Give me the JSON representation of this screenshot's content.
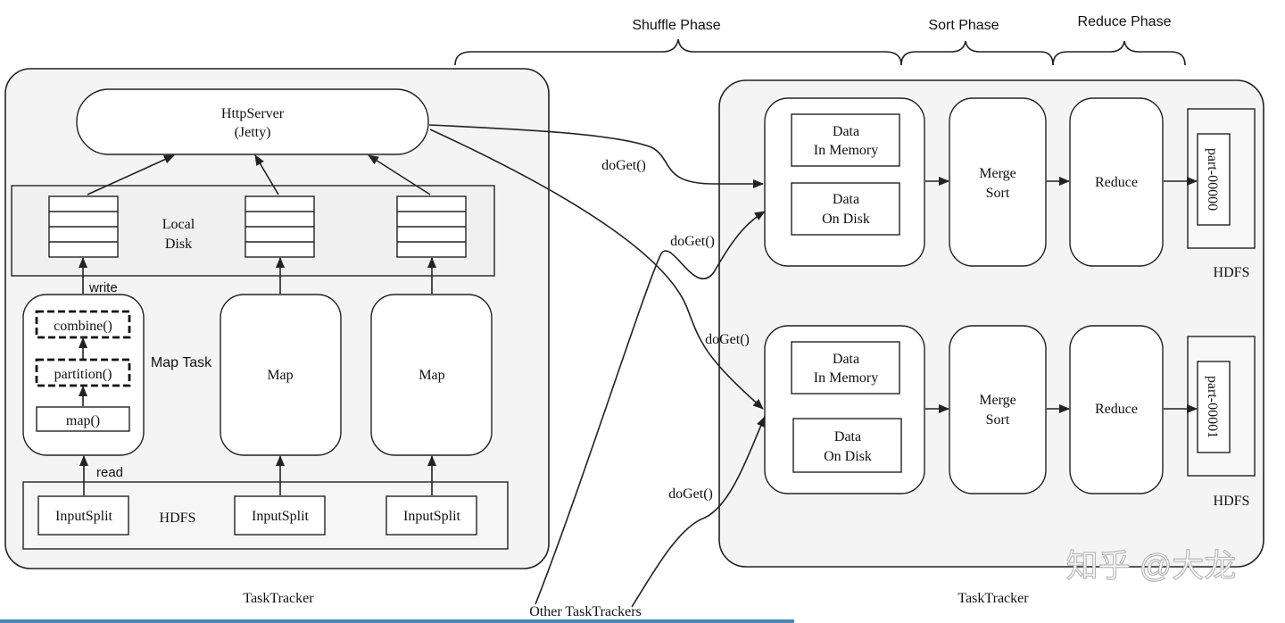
{
  "phases": {
    "shuffle": "Shuffle Phase",
    "sort": "Sort Phase",
    "reduce": "Reduce Phase"
  },
  "map_side": {
    "http_server_line1": "HttpServer",
    "http_server_line2": "(Jetty)",
    "local_disk_line1": "Local",
    "local_disk_line2": "Disk",
    "write_label": "write",
    "read_label": "read",
    "map_task_label": "Map Task",
    "combine": "combine()",
    "partition": "partition()",
    "map_fn": "map()",
    "map": "Map",
    "hdfs": "HDFS",
    "input_split": "InputSplit",
    "task_tracker": "TaskTracker"
  },
  "reduce_side": {
    "data_in_memory_line1": "Data",
    "data_in_memory_line2": "In Memory",
    "data_on_disk_line1": "Data",
    "data_on_disk_line2": "On Disk",
    "merge_line1": "Merge",
    "merge_line2": "Sort",
    "reduce": "Reduce",
    "part0": "part-00000",
    "part1": "part-00001",
    "hdfs": "HDFS",
    "task_tracker": "TaskTracker"
  },
  "do_get": "doGet()",
  "other_task_trackers": "Other TaskTrackers",
  "watermark": "知乎 @大龙",
  "colors": {
    "outline": "#222222",
    "container_fill": "#f4f4f4",
    "bottom_bar": "#4a86b8"
  }
}
